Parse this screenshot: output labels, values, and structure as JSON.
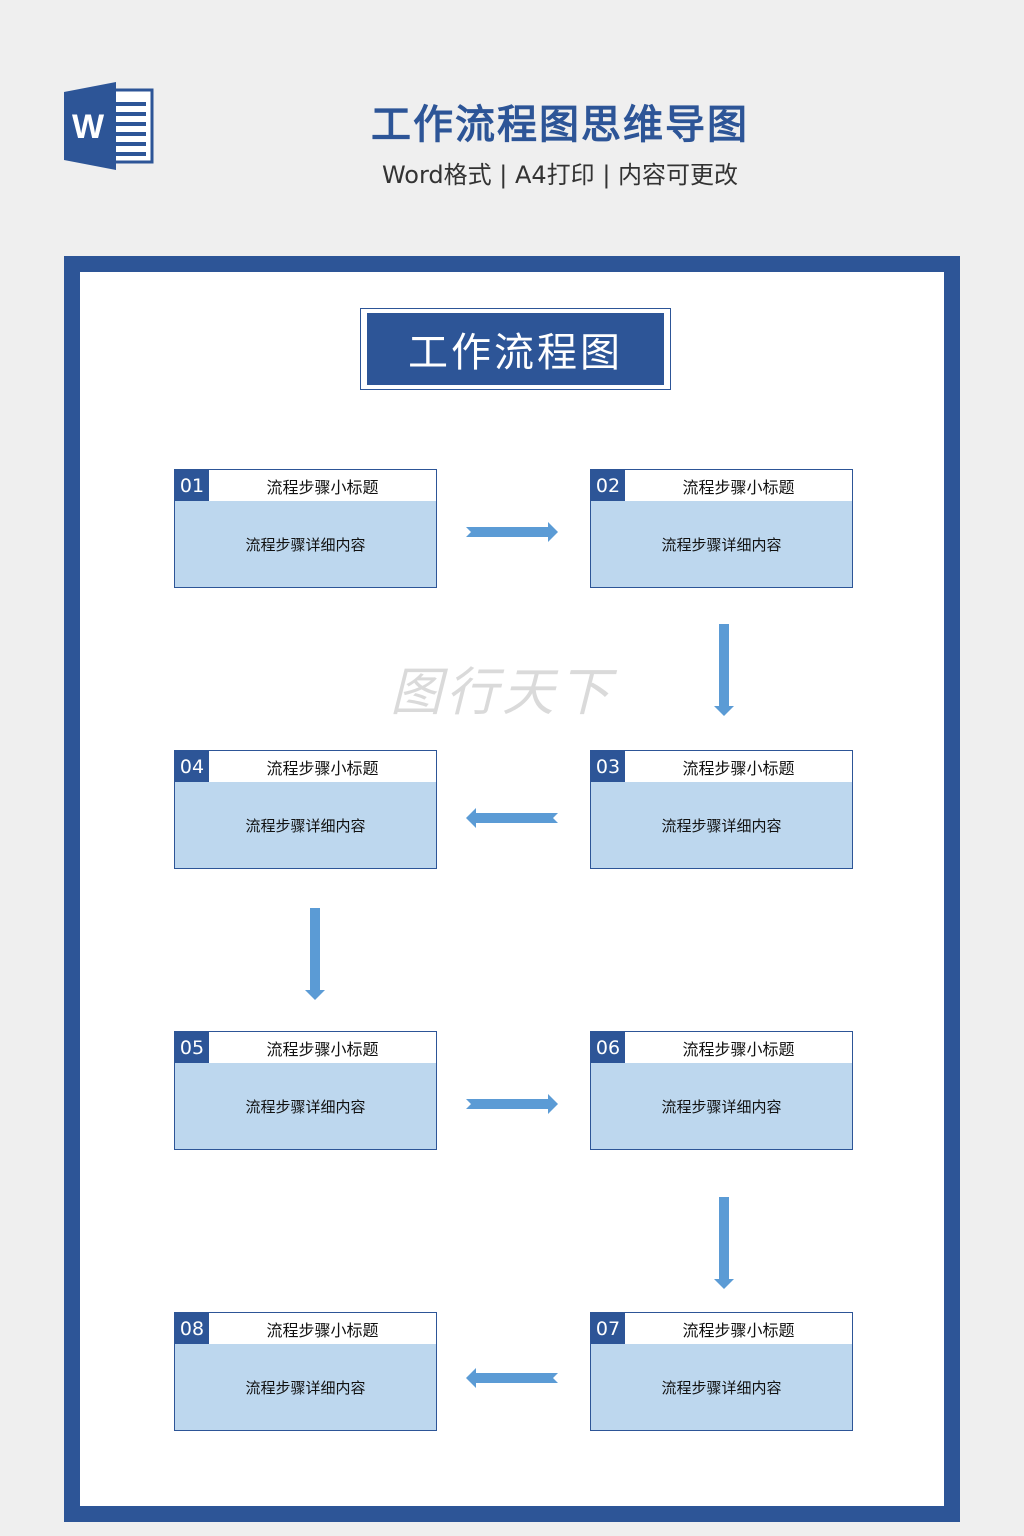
{
  "header": {
    "title": "工作流程图思维导图",
    "subtitle": "Word格式 | A4打印 | 内容可更改",
    "logo_letter": "W"
  },
  "document": {
    "title": "工作流程图",
    "watermark": "图行天下"
  },
  "steps": [
    {
      "num": "01",
      "subtitle": "流程步骤小标题",
      "detail": "流程步骤详细内容"
    },
    {
      "num": "02",
      "subtitle": "流程步骤小标题",
      "detail": "流程步骤详细内容"
    },
    {
      "num": "03",
      "subtitle": "流程步骤小标题",
      "detail": "流程步骤详细内容"
    },
    {
      "num": "04",
      "subtitle": "流程步骤小标题",
      "detail": "流程步骤详细内容"
    },
    {
      "num": "05",
      "subtitle": "流程步骤小标题",
      "detail": "流程步骤详细内容"
    },
    {
      "num": "06",
      "subtitle": "流程步骤小标题",
      "detail": "流程步骤详细内容"
    },
    {
      "num": "07",
      "subtitle": "流程步骤小标题",
      "detail": "流程步骤详细内容"
    },
    {
      "num": "08",
      "subtitle": "流程步骤小标题",
      "detail": "流程步骤详细内容"
    }
  ],
  "colors": {
    "primary": "#2d5597",
    "box_fill": "#bdd7ee",
    "arrow": "#5b9bd5"
  }
}
